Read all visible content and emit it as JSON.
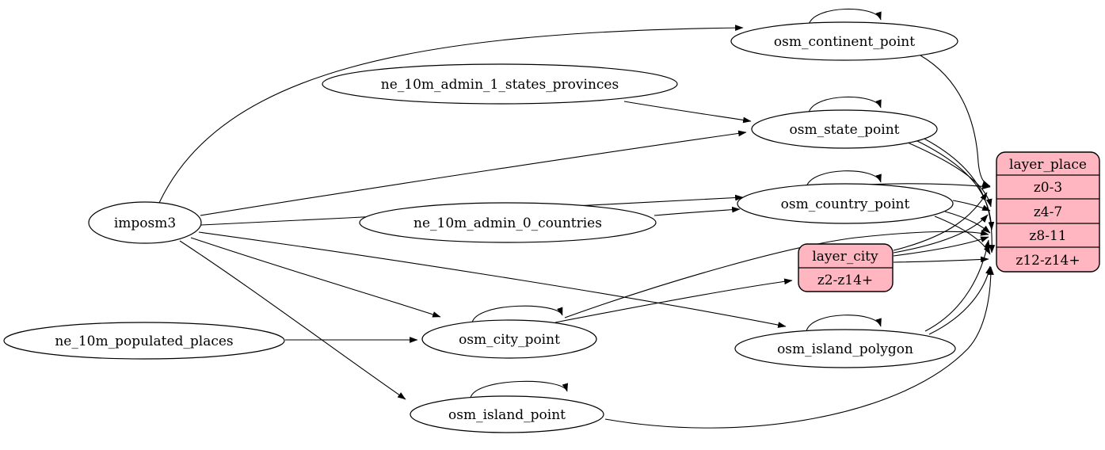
{
  "diagram": {
    "kind": "etl-dependency-graph",
    "background_color": "#ffffff",
    "edge_color": "#000000",
    "node_fill_color": "#ffffff",
    "record_fill_color": "#ffb6c1",
    "nodes": {
      "imposm3": {
        "label": "imposm3"
      },
      "ne_admin1": {
        "label": "ne_10m_admin_1_states_provinces"
      },
      "ne_admin0": {
        "label": "ne_10m_admin_0_countries"
      },
      "ne_populated": {
        "label": "ne_10m_populated_places"
      },
      "continent": {
        "label": "osm_continent_point"
      },
      "state": {
        "label": "osm_state_point"
      },
      "country": {
        "label": "osm_country_point"
      },
      "city": {
        "label": "osm_city_point"
      },
      "island_polygon": {
        "label": "osm_island_polygon"
      },
      "island_point": {
        "label": "osm_island_point"
      }
    },
    "records": {
      "layer_city": {
        "title": "layer_city",
        "rows": [
          "z2-z14+"
        ]
      },
      "layer_place": {
        "title": "layer_place",
        "rows": [
          "z0-3",
          "z4-7",
          "z8-11",
          "z12-z14+"
        ]
      }
    }
  }
}
